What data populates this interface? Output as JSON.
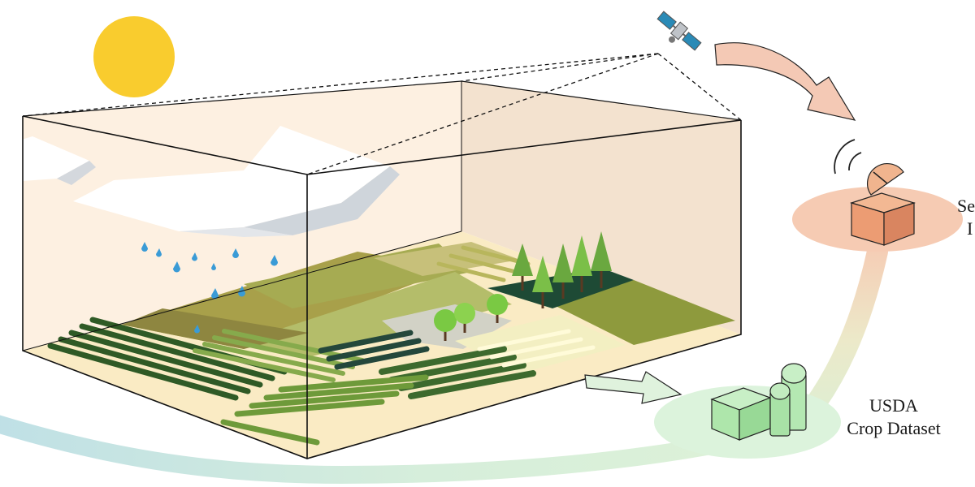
{
  "labels": {
    "usda_line1": "USDA",
    "usda_line2": "Crop Dataset",
    "satellite_line1": "Se",
    "satellite_line2": "I"
  },
  "colors": {
    "sun": "#f9cc2e",
    "box_left_wall": "#fdf0e1",
    "box_right_wall": "#f3e2cf",
    "box_ground": "#faebc4",
    "rain": "#3a9bd6",
    "cloud": "#ffffff",
    "cloud_shadow": "#d4d8dd",
    "arrow_pink": "#f4c9b5",
    "arrow_green": "#dff2dd",
    "station_blob": "#f6cbb3",
    "database_blob": "#dcf3dc",
    "dark_row": "#3e6b30",
    "light_row": "#8cae4e",
    "cream_row": "#f6f3c9"
  }
}
